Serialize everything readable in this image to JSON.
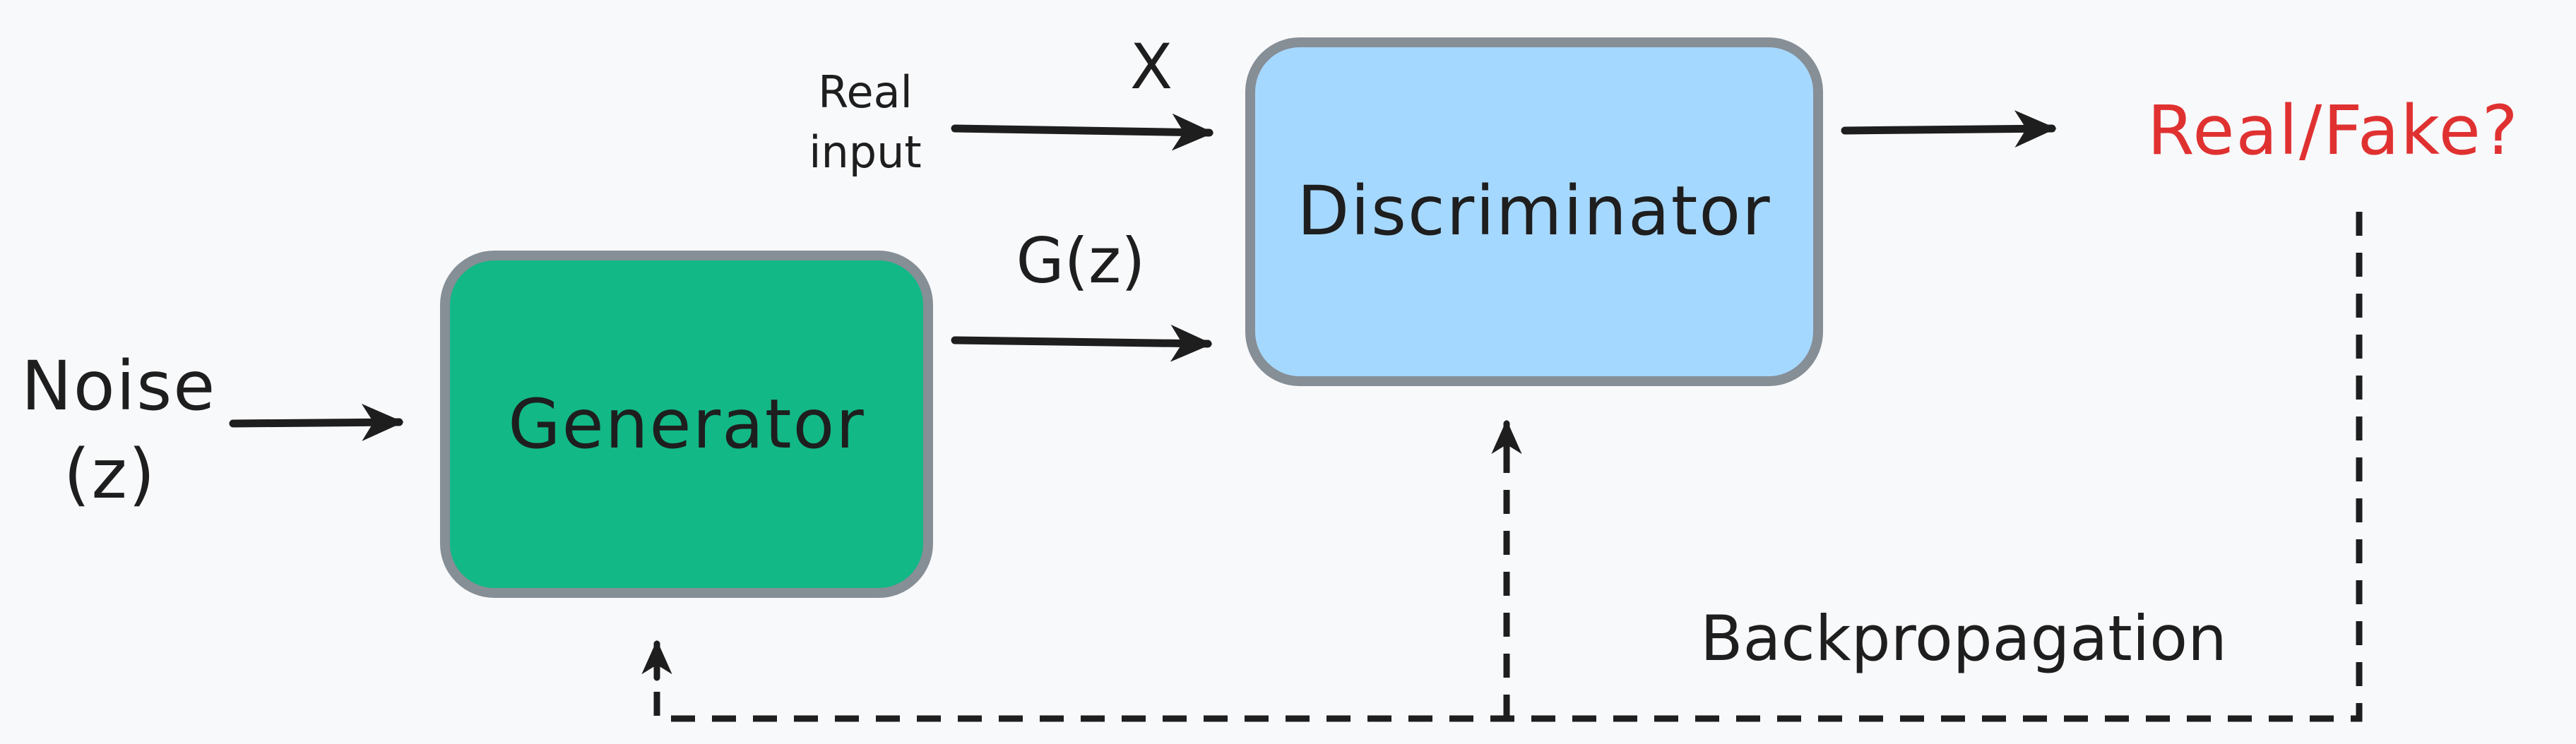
{
  "nodes": {
    "noise": {
      "line1": "Noise",
      "line2": "(z)"
    },
    "generator": {
      "label": "Generator",
      "fill": "#12b886"
    },
    "discriminator": {
      "label": "Discriminator",
      "fill": "#a5d8ff"
    },
    "output": {
      "label": "Real/Fake?",
      "color": "#e03131"
    }
  },
  "edge_labels": {
    "x": "X",
    "real_input_line1": "Real",
    "real_input_line2": "input",
    "gz": "G(z)",
    "backprop": "Backpropagation"
  },
  "colors": {
    "background": "#f8f9fb",
    "stroke": "#1e1e1e",
    "box_border": "#868e96"
  }
}
